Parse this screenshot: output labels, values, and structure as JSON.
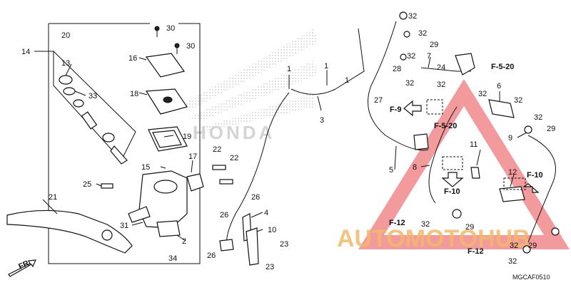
{
  "labels": {
    "n1a": "1",
    "n1b": "1",
    "n1c": "1",
    "n2": "2",
    "n3": "3",
    "n4": "4",
    "n5": "5",
    "n6": "6",
    "n7": "7",
    "n8": "8",
    "n9": "9",
    "n10": "10",
    "n11": "11",
    "n12": "12",
    "n13": "13",
    "n14": "14",
    "n15": "15",
    "n16": "16",
    "n17": "17",
    "n18": "18",
    "n19": "19",
    "n20": "20",
    "n21": "21",
    "n22a": "22",
    "n22b": "22",
    "n23a": "23",
    "n23b": "23",
    "n24": "24",
    "n25": "25",
    "n26a": "26",
    "n26b": "26",
    "n26c": "26",
    "n27": "27",
    "n28": "28",
    "n29a": "29",
    "n29b": "29",
    "n29c": "29",
    "n29d": "29",
    "n30a": "30",
    "n30b": "30",
    "n31": "31",
    "n32a": "32",
    "n32b": "32",
    "n32c": "32",
    "n32d": "32",
    "n32e": "32",
    "n32f": "32",
    "n32g": "32",
    "n32h": "32",
    "n32i": "32",
    "n32j": "32",
    "n32k": "32",
    "n33": "33",
    "n34": "34"
  },
  "refs": {
    "f520a": "F-5-20",
    "f520b": "F-5-20",
    "f9": "F-9",
    "f10a": "F-10",
    "f10b": "F-10",
    "f12a": "F-12",
    "f12b": "F-12",
    "fr": "FR."
  },
  "watermark": {
    "brand": "HONDA",
    "site": "AUTOMOTOHUB"
  },
  "catalog_code": "MGCAF0510",
  "colors": {
    "line": "#111111",
    "watermark_red": "#e8474a",
    "watermark_orange": "#f2b96b",
    "watermark_grey": "#d0d0d0"
  }
}
